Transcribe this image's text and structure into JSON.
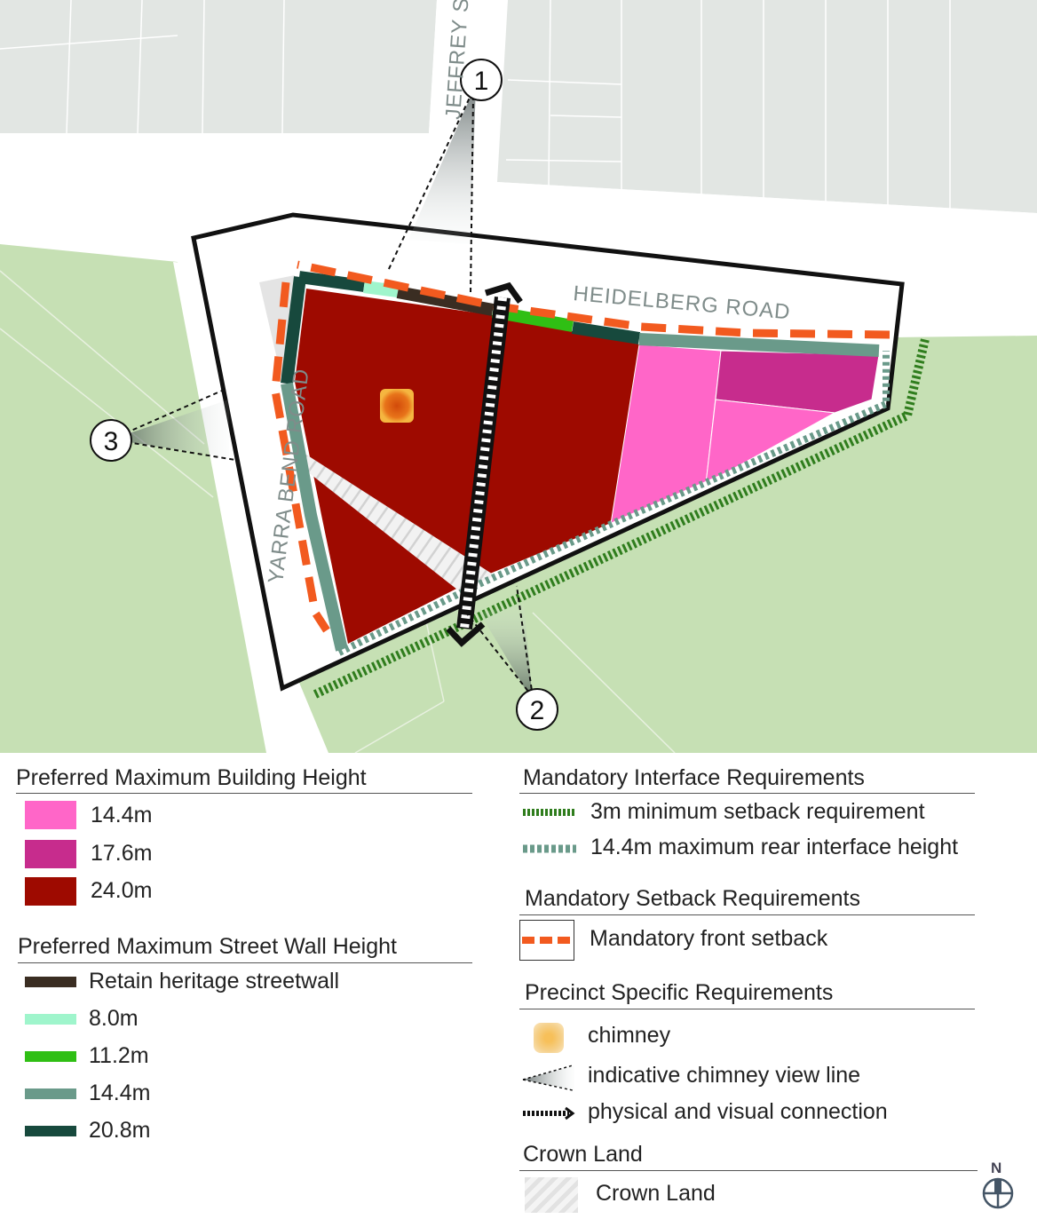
{
  "map": {
    "roads": {
      "jeffrey": "JEFFREY ST",
      "heidelberg": "HEIDELBERG ROAD",
      "yarra_bend": "YARRA BEND ROAD"
    },
    "markers": [
      "1",
      "2",
      "3"
    ],
    "north_label": "N",
    "colors": {
      "building_14_4": "#ff66c8",
      "building_17_6": "#c72c8d",
      "building_24_0": "#9e0a00",
      "heritage": "#3a2d22",
      "wall_8_0": "#9ff5cc",
      "wall_11_2": "#2fbf14",
      "wall_14_4": "#6a9a8a",
      "wall_20_8": "#17493d",
      "setback_3m": "#2f7d1d",
      "front_setback": "#f25a1f",
      "parkland": "#c6e0b4",
      "built_area": "#e2e6e3"
    }
  },
  "legend": {
    "building_height": {
      "title": "Preferred Maximum Building Height",
      "items": [
        {
          "label": "14.4m",
          "color": "#ff66c8"
        },
        {
          "label": "17.6m",
          "color": "#c72c8d"
        },
        {
          "label": "24.0m",
          "color": "#9e0a00"
        }
      ]
    },
    "street_wall": {
      "title": "Preferred Maximum Street Wall Height",
      "items": [
        {
          "label": "Retain heritage streetwall",
          "color": "#3a2d22"
        },
        {
          "label": "8.0m",
          "color": "#9ff5cc"
        },
        {
          "label": "11.2m",
          "color": "#2fbf14"
        },
        {
          "label": "14.4m",
          "color": "#6a9a8a"
        },
        {
          "label": "20.8m",
          "color": "#17493d"
        }
      ]
    },
    "interface": {
      "title": "Mandatory Interface Requirements",
      "items": [
        {
          "label": "3m minimum setback requirement",
          "icon": "green-dashed-line-icon"
        },
        {
          "label": "14.4m maximum rear interface height",
          "icon": "grey-dashed-line-icon"
        }
      ]
    },
    "setback": {
      "title": "Mandatory Setback Requirements",
      "items": [
        {
          "label": "Mandatory front setback",
          "icon": "orange-dashed-line-icon"
        }
      ]
    },
    "precinct": {
      "title": "Precinct Specific Requirements",
      "items": [
        {
          "label": "chimney",
          "icon": "chimney-icon"
        },
        {
          "label": "indicative chimney view line",
          "icon": "view-line-icon"
        },
        {
          "label": "physical and visual connection",
          "icon": "dotted-arrow-icon"
        }
      ]
    },
    "crown": {
      "title": "Crown Land",
      "items": [
        {
          "label": "Crown Land",
          "icon": "hatched-swatch-icon"
        }
      ]
    }
  }
}
